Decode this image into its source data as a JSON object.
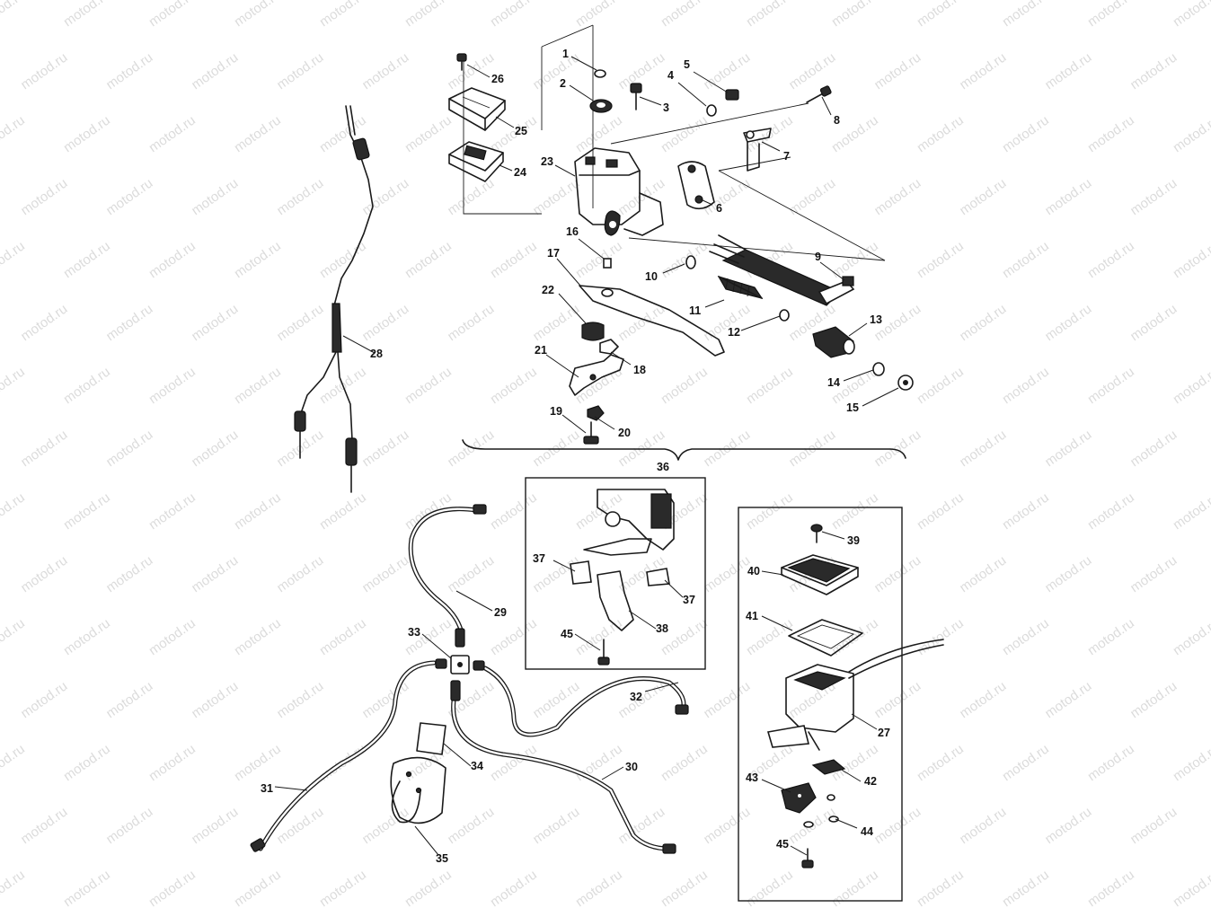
{
  "watermark": "motod.ru",
  "callouts": [
    {
      "id": "c1",
      "text": "1"
    },
    {
      "id": "c2",
      "text": "2"
    },
    {
      "id": "c3",
      "text": "3"
    },
    {
      "id": "c4",
      "text": "4"
    },
    {
      "id": "c5",
      "text": "5"
    },
    {
      "id": "c6",
      "text": "6"
    },
    {
      "id": "c7",
      "text": "7"
    },
    {
      "id": "c8",
      "text": "8"
    },
    {
      "id": "c9",
      "text": "9"
    },
    {
      "id": "c10",
      "text": "10"
    },
    {
      "id": "c11",
      "text": "11"
    },
    {
      "id": "c12",
      "text": "12"
    },
    {
      "id": "c13",
      "text": "13"
    },
    {
      "id": "c14",
      "text": "14"
    },
    {
      "id": "c15",
      "text": "15"
    },
    {
      "id": "c16",
      "text": "16"
    },
    {
      "id": "c17",
      "text": "17"
    },
    {
      "id": "c18",
      "text": "18"
    },
    {
      "id": "c19",
      "text": "19"
    },
    {
      "id": "c20",
      "text": "20"
    },
    {
      "id": "c21",
      "text": "21"
    },
    {
      "id": "c22",
      "text": "22"
    },
    {
      "id": "c23",
      "text": "23"
    },
    {
      "id": "c24",
      "text": "24"
    },
    {
      "id": "c25",
      "text": "25"
    },
    {
      "id": "c26",
      "text": "26"
    },
    {
      "id": "c27",
      "text": "27"
    },
    {
      "id": "c28",
      "text": "28"
    },
    {
      "id": "c29",
      "text": "29"
    },
    {
      "id": "c30",
      "text": "30"
    },
    {
      "id": "c31",
      "text": "31"
    },
    {
      "id": "c32",
      "text": "32"
    },
    {
      "id": "c33",
      "text": "33"
    },
    {
      "id": "c34",
      "text": "34"
    },
    {
      "id": "c35",
      "text": "35"
    },
    {
      "id": "c36",
      "text": "36"
    },
    {
      "id": "c37a",
      "text": "37"
    },
    {
      "id": "c37b",
      "text": "37"
    },
    {
      "id": "c38",
      "text": "38"
    },
    {
      "id": "c39",
      "text": "39"
    },
    {
      "id": "c40",
      "text": "40"
    },
    {
      "id": "c41",
      "text": "41"
    },
    {
      "id": "c42",
      "text": "42"
    },
    {
      "id": "c43",
      "text": "43"
    },
    {
      "id": "c44",
      "text": "44"
    },
    {
      "id": "c45a",
      "text": "45"
    },
    {
      "id": "c45b",
      "text": "45"
    }
  ]
}
